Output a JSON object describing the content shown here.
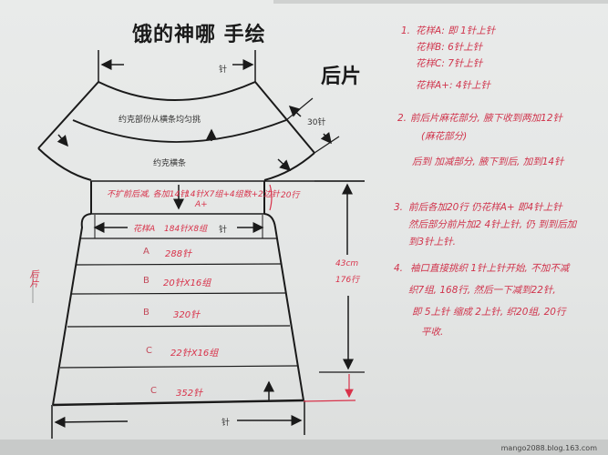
{
  "header": {
    "title": "饿的神哪 手绘",
    "subtitle": "后片"
  },
  "diagram": {
    "top_width_label": "针",
    "yoke_part_label": "约克部份从横条均匀挑",
    "yoke_band_label": "约克横条",
    "yoke_width_label": "30针",
    "transition_note": "不扩前后减, 各加14针",
    "transition_formula": "14针X7组+4组数+2边针",
    "transition_height": "20行",
    "transition_pattern": "A+",
    "rows": [
      {
        "pattern": "花样A",
        "note": "184针X8组",
        "unit": "针"
      },
      {
        "pattern": "A",
        "note": "288针"
      },
      {
        "pattern": "B",
        "note": "20针X16组"
      },
      {
        "pattern": "B",
        "note": "320针"
      },
      {
        "pattern": "C",
        "note": "22针X16组"
      },
      {
        "pattern": "C",
        "note": "352针"
      }
    ],
    "height_cm": "43cm",
    "height_rows": "176行",
    "bottom_width_label": "针",
    "side_label": "后片"
  },
  "notes": [
    {
      "num": "1.",
      "lines": [
        "花样A: 即 1针上针",
        "花样B: 6针上针",
        "花样C: 7针上针",
        "花样A+: 4针上针"
      ]
    },
    {
      "num": "2.",
      "lines": [
        "前后片麻花部分, 腋下收到两加12针",
        "(麻花部分)",
        "后到 加减部分, 腋下到后, 加到14针"
      ]
    },
    {
      "num": "3.",
      "lines": [
        "前后各加20行 仍花样A+ 即4针上针",
        "然后部分前片加2 4针上针, 仍 到到后加",
        "到3针上针."
      ]
    },
    {
      "num": "4.",
      "lines": [
        "袖口直接挑织 1针上针开始, 不加不减",
        "织7组, 168行, 然后一下减到22针,",
        "即 5上针 缩成 2上针, 织20组, 20行",
        "平收."
      ]
    }
  ],
  "watermark": "mango2088.blog.163.com",
  "colors": {
    "ink": "#1a1a1a",
    "handwriting": "#d8324a",
    "paper": "#e6e8e7"
  }
}
